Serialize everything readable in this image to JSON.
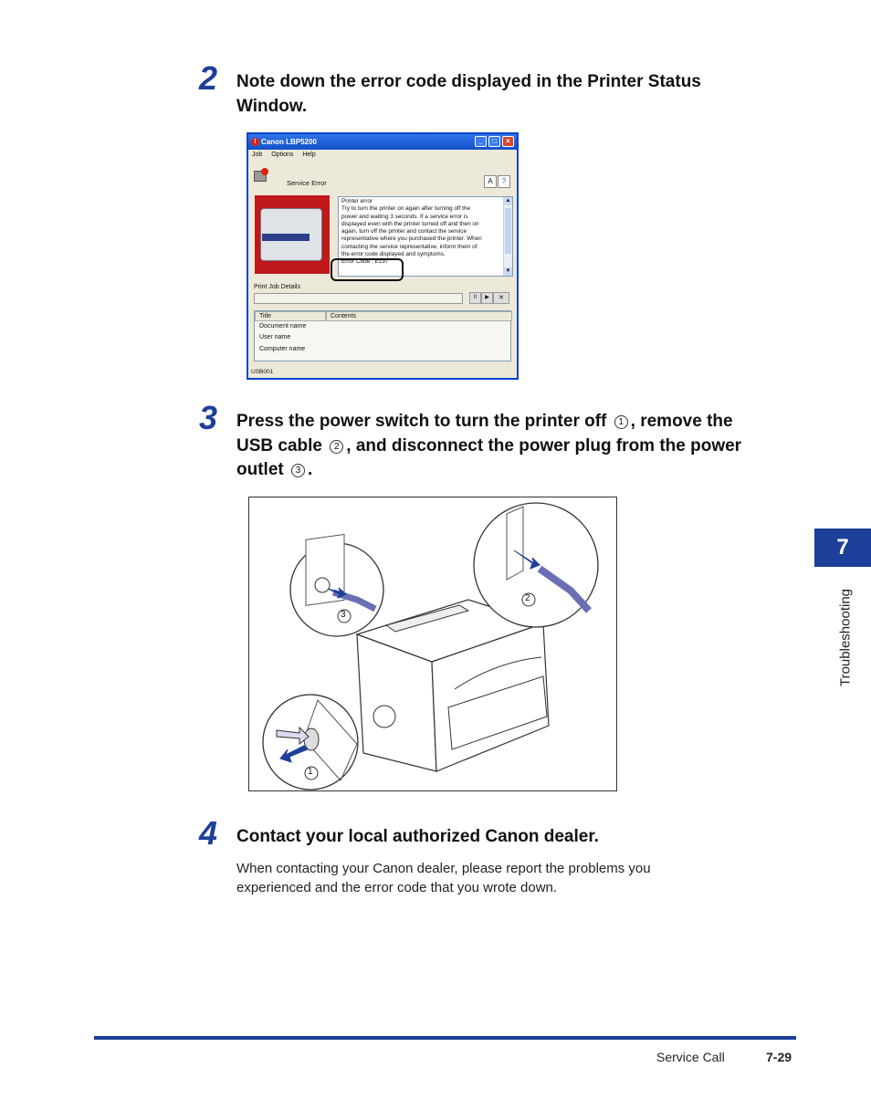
{
  "steps": [
    {
      "number": "2",
      "text_line1": "Note down the error code displayed in the Printer Status",
      "text_line2": "Window."
    },
    {
      "number": "3",
      "line1_a": "Press the power switch to turn the printer off",
      "c1": "1",
      "line1_b": ", remove the",
      "line2_a": "USB cable",
      "c2": "2",
      "line2_b": ", and disconnect the power plug from the power",
      "line3_a": "outlet",
      "c3": "3",
      "line3_b": "."
    },
    {
      "number": "4",
      "text": "Contact your local authorized Canon dealer.",
      "body_line1": "When contacting your Canon dealer, please report the problems you",
      "body_line2": "experienced and the error code that you wrote down."
    }
  ],
  "window": {
    "title": "Canon LBP5200",
    "menu": [
      "Job",
      "Options",
      "Help"
    ],
    "status": "Service Error",
    "message_lines": [
      "Printer error",
      "Try to turn the printer on again after turning off the",
      "power and waiting 3 seconds. If a service error is",
      "displayed even with the printer turned off and then on",
      "again, turn off the printer and contact the service",
      "representative where you purchased the printer. When",
      "contacting the service representative, inform them of",
      "the error code displayed and symptoms.",
      "Error Code : E197"
    ],
    "print_job_details": "Print Job Details",
    "table_headers": [
      "Title",
      "Contents"
    ],
    "table_rows": [
      "Document name",
      "User name",
      "Computer name"
    ],
    "statusbar": "USB001"
  },
  "illustration": {
    "callouts": [
      "1",
      "2",
      "3"
    ]
  },
  "side_tab": {
    "number": "7",
    "label": "Troubleshooting"
  },
  "footer": {
    "section": "Service Call",
    "page": "7-29"
  }
}
